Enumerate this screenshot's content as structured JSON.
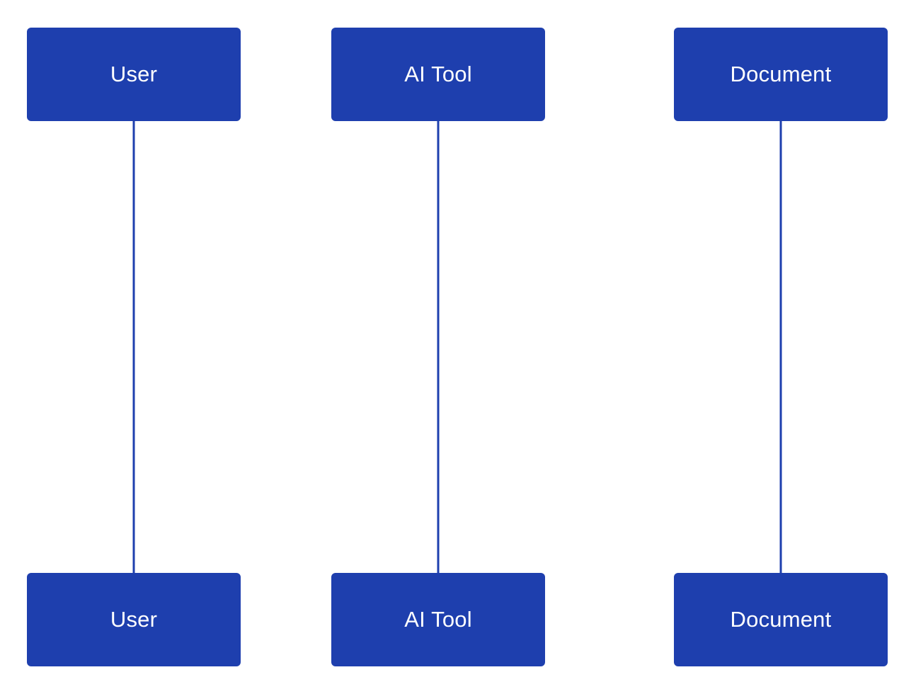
{
  "colors": {
    "box_fill": "#1e3fae",
    "lifeline": "#1e3fae",
    "label_text": "#ffffff",
    "background": "#ffffff"
  },
  "participants": [
    {
      "id": "user",
      "top_label": "User",
      "bottom_label": "User"
    },
    {
      "id": "ai-tool",
      "top_label": "AI Tool",
      "bottom_label": "AI Tool"
    },
    {
      "id": "document",
      "top_label": "Document",
      "bottom_label": "Document"
    }
  ]
}
